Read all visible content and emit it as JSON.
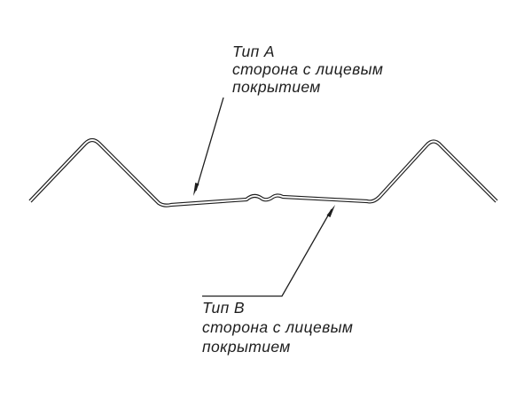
{
  "diagram": {
    "background": "#ffffff",
    "stroke_color": "#1d1d1d",
    "labels": {
      "type_a": {
        "title": "Тип А",
        "line1": "сторона с лицевым",
        "line2": "покрытием"
      },
      "type_b": {
        "title": "Тип В",
        "line1": "сторона с лицевым",
        "line2": "покрытием"
      }
    }
  }
}
